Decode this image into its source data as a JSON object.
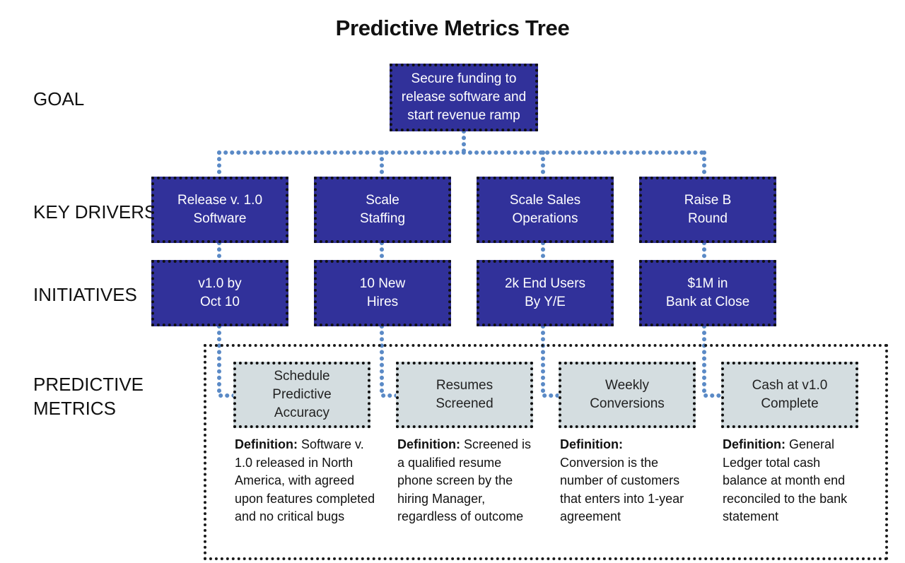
{
  "title": "Predictive Metrics Tree",
  "row_labels": {
    "goal": "GOAL",
    "key_drivers": "KEY DRIVERS",
    "initiatives": "INITIATIVES",
    "predictive_metrics": "PREDICTIVE\nMETRICS"
  },
  "goal": "Secure funding to\nrelease software and\nstart revenue ramp",
  "key_drivers": [
    "Release v. 1.0\nSoftware",
    "Scale\nStaffing",
    "Scale Sales\nOperations",
    "Raise B\nRound"
  ],
  "initiatives": [
    "v1.0 by\nOct 10",
    "10 New\nHires",
    "2k End Users\nBy Y/E",
    "$1M in\nBank at Close"
  ],
  "metrics": [
    "Schedule\nPredictive\nAccuracy",
    "Resumes\nScreened",
    "Weekly\nConversions",
    "Cash at v1.0\nComplete"
  ],
  "definitions": [
    {
      "label": "Definition:",
      "text": "Software v. 1.0 released in North America, with agreed upon features completed and no critical bugs"
    },
    {
      "label": "Definition:",
      "text": "Screened is a qualified resume phone screen by the hiring Manager, regardless of outcome"
    },
    {
      "label": "Definition:",
      "text": "Conversion is the number of customers that enters into 1-year agreement"
    },
    {
      "label": "Definition:",
      "text": "General Ledger total cash balance at month end reconciled to the bank statement"
    }
  ],
  "colors": {
    "box_fill": "#31319a",
    "metric_fill": "#d4dde0",
    "connector": "#5b8ac6",
    "border": "#111111"
  }
}
